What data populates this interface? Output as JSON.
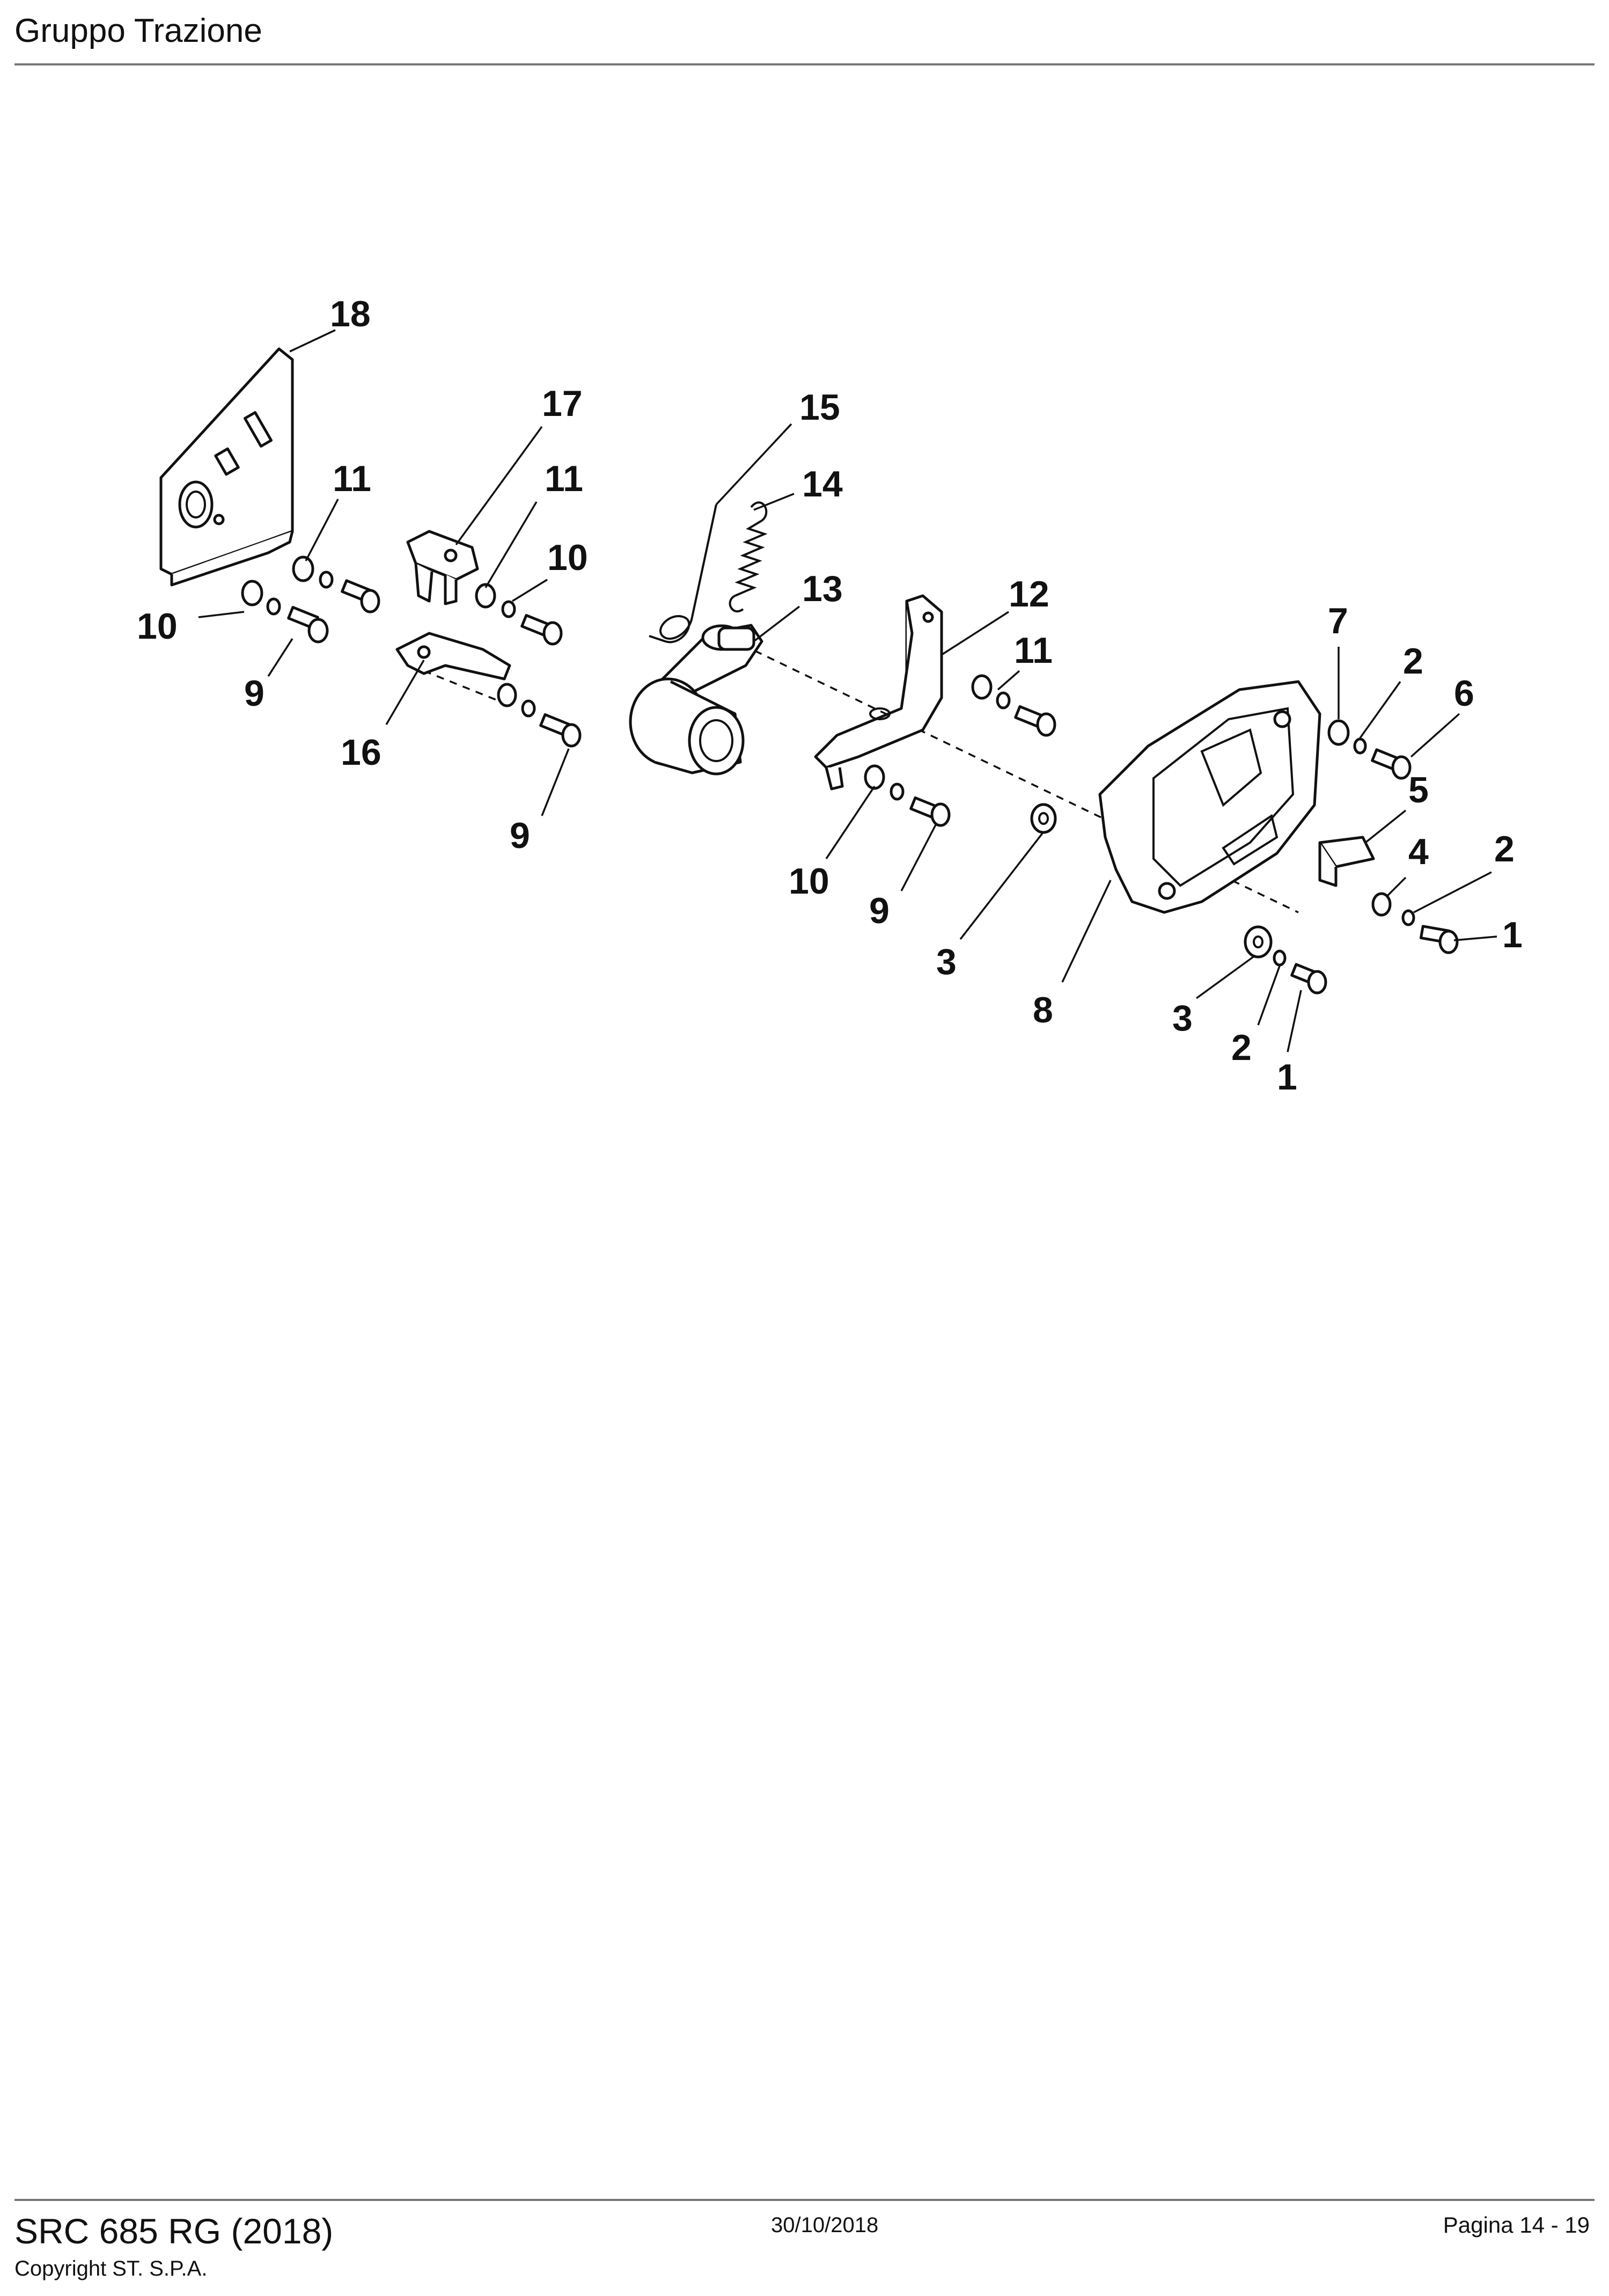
{
  "header": {
    "title": "Gruppo Trazione"
  },
  "footer": {
    "model": "SRC 685 RG (2018)",
    "copyright": "Copyright ST. S.P.A.",
    "date": "30/10/2018",
    "page": "Pagina 14 - 19"
  },
  "diagram": {
    "callouts": [
      {
        "id": "c18",
        "label": "18"
      },
      {
        "id": "c17",
        "label": "17"
      },
      {
        "id": "c15",
        "label": "15"
      },
      {
        "id": "c14",
        "label": "14"
      },
      {
        "id": "c13",
        "label": "13"
      },
      {
        "id": "c12",
        "label": "12"
      },
      {
        "id": "c11a",
        "label": "11"
      },
      {
        "id": "c11b",
        "label": "11"
      },
      {
        "id": "c11c",
        "label": "11"
      },
      {
        "id": "c10a",
        "label": "10"
      },
      {
        "id": "c10b",
        "label": "10"
      },
      {
        "id": "c10c",
        "label": "10"
      },
      {
        "id": "c9a",
        "label": "9"
      },
      {
        "id": "c9b",
        "label": "9"
      },
      {
        "id": "c9c",
        "label": "9"
      },
      {
        "id": "c16",
        "label": "16"
      },
      {
        "id": "c8",
        "label": "8"
      },
      {
        "id": "c7",
        "label": "7"
      },
      {
        "id": "c6",
        "label": "6"
      },
      {
        "id": "c5",
        "label": "5"
      },
      {
        "id": "c4",
        "label": "4"
      },
      {
        "id": "c3a",
        "label": "3"
      },
      {
        "id": "c3b",
        "label": "3"
      },
      {
        "id": "c2a",
        "label": "2"
      },
      {
        "id": "c2b",
        "label": "2"
      },
      {
        "id": "c2c",
        "label": "2"
      },
      {
        "id": "c1a",
        "label": "1"
      },
      {
        "id": "c1b",
        "label": "1"
      }
    ]
  }
}
